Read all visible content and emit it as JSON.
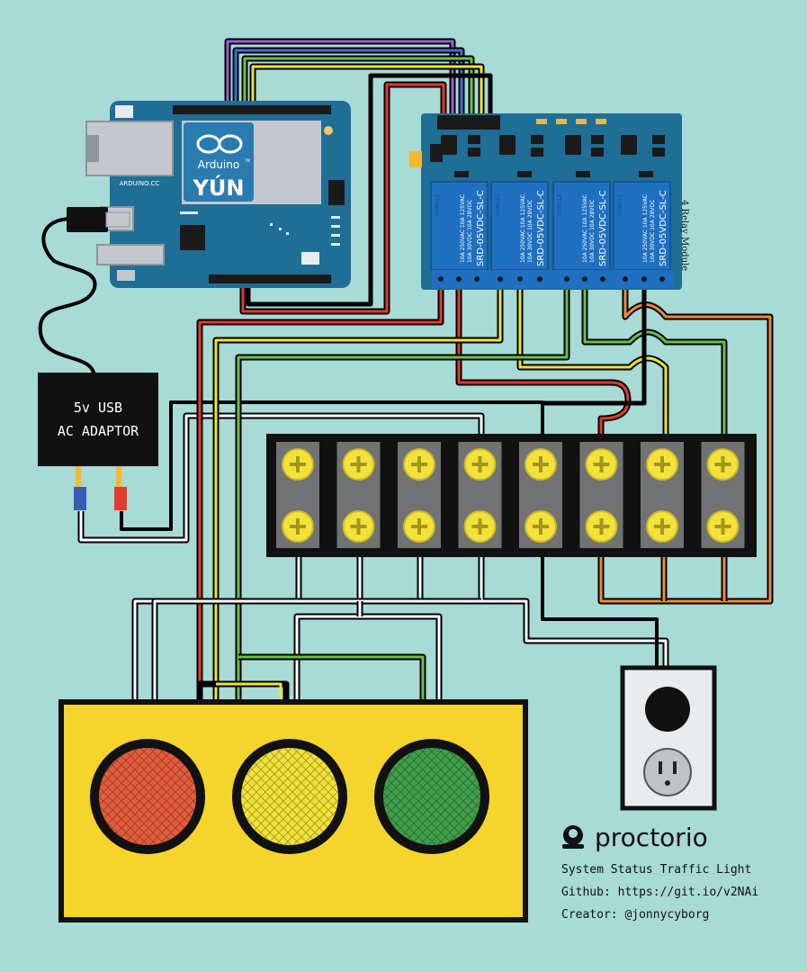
{
  "colors": {
    "background": "#a8dad6",
    "board_blue": "#1f6e96",
    "relay_blue": "#1f70c1",
    "red_light": "#e45c3d",
    "yellow_light": "#f2e23a",
    "green_light": "#3f9e4a",
    "housing_yellow": "#f5d52b"
  },
  "arduino": {
    "logo_text": "Arduino",
    "tm": "TM",
    "model": "YÚN",
    "site": "ARDUINO.CC"
  },
  "adapter": {
    "line1": "5v USB",
    "line2": "AC ADAPTOR"
  },
  "relay": {
    "module_label": "4 Relay Module",
    "model": "SRD-05VDC-SL-C",
    "brand": "SONGLE",
    "rating1": "10A 250VAC  10A 125VAC",
    "rating2": "10A 30VDC  10A 28VDC"
  },
  "terminal_block": {
    "count": 8
  },
  "credits": {
    "brand": "proctorio",
    "title": "System Status Traffic Light",
    "github": "Github: https://git.io/v2NAi",
    "creator": "Creator: @jonnycyborg"
  },
  "icons": [
    "proctorio-logo-icon",
    "outlet-icon",
    "usb-plug-icon",
    "screw-icon"
  ]
}
